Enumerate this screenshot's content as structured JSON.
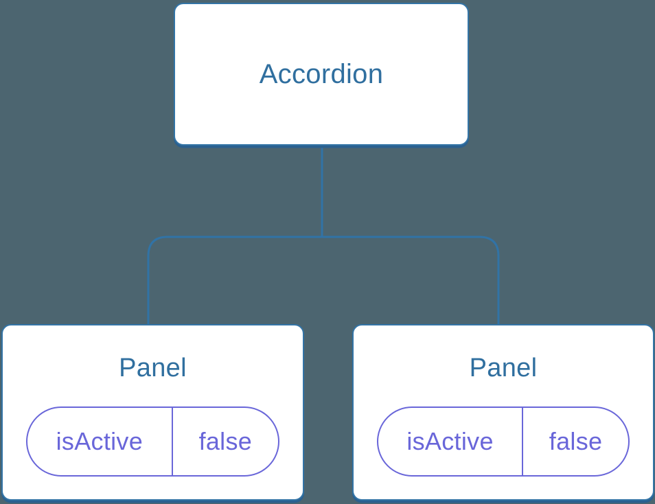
{
  "diagram": {
    "type": "component-tree",
    "root": {
      "label": "Accordion"
    },
    "children": [
      {
        "label": "Panel",
        "state": {
          "key": "isActive",
          "value": "false"
        }
      },
      {
        "label": "Panel",
        "state": {
          "key": "isActive",
          "value": "false"
        }
      }
    ]
  },
  "colors": {
    "background": "#4C6570",
    "node_fill": "#FFFFFF",
    "node_border": "#3374A6",
    "node_bottom_shadow": "#2B608F",
    "node_label_text": "#306F9F",
    "connector_line": "#3173A6",
    "state_pill": "#6966D9"
  }
}
